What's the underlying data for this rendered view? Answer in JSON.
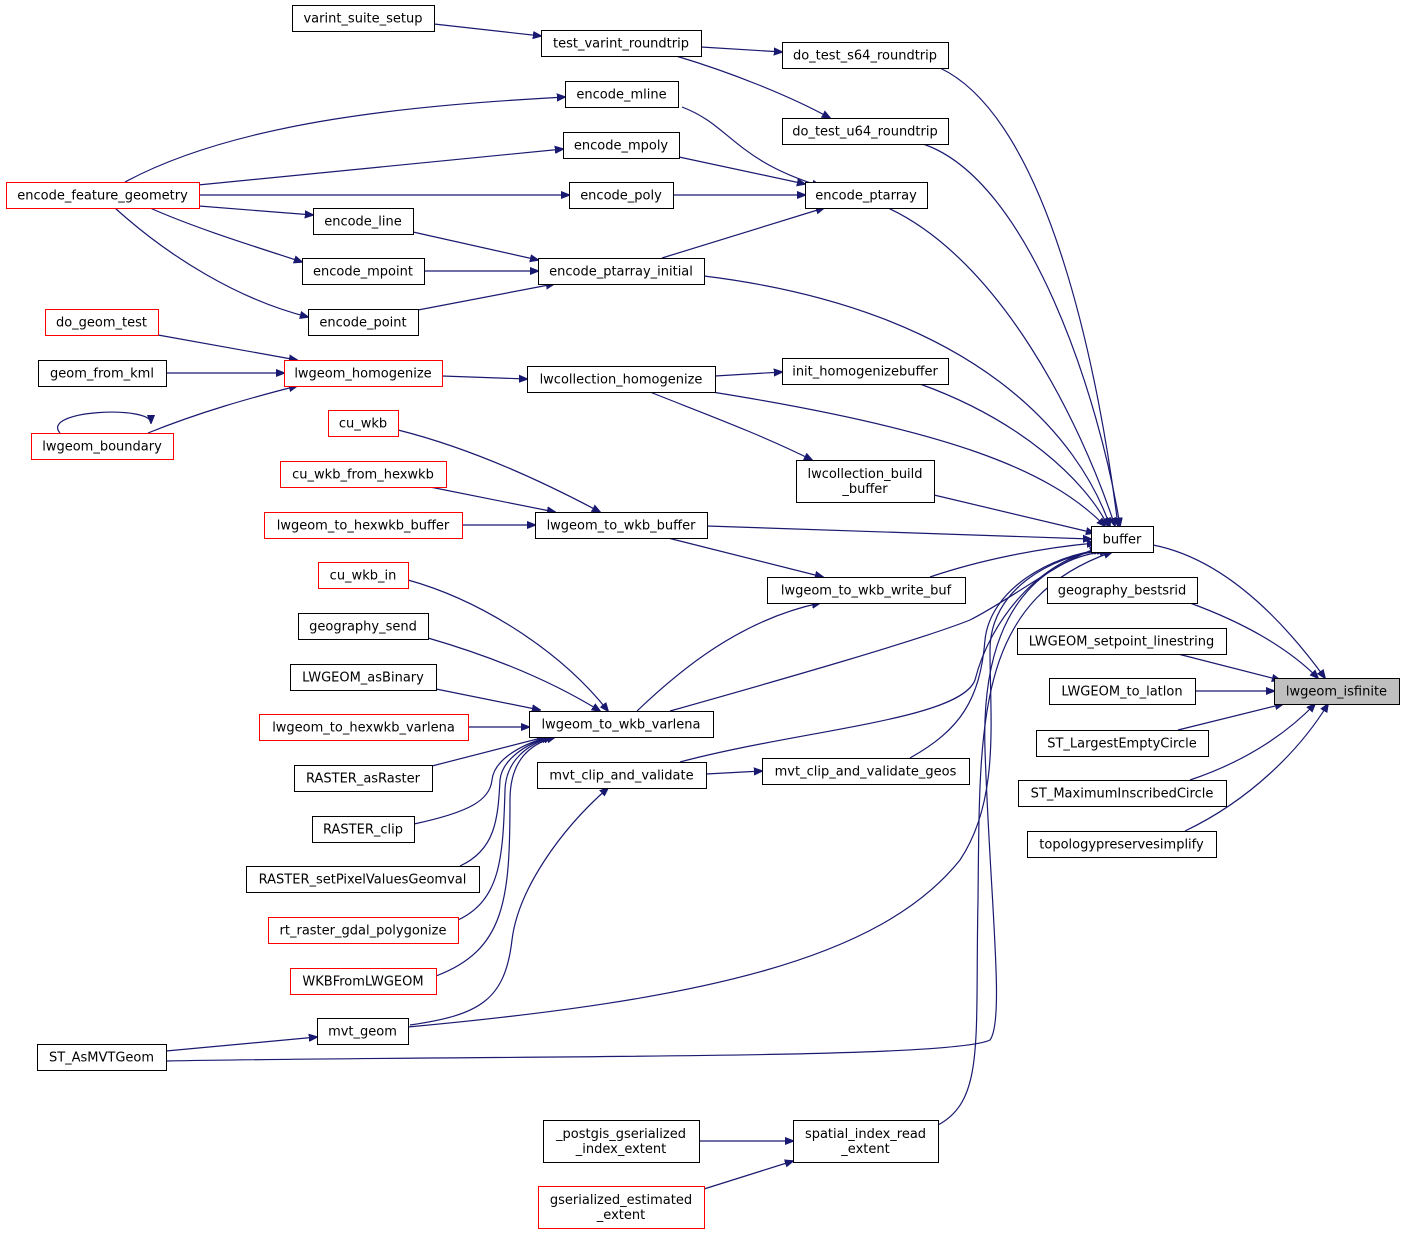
{
  "colors": {
    "edge": "#191970",
    "border_normal": "#000000",
    "border_truncated": "#ff0000",
    "fill_normal": "#ffffff",
    "fill_focus": "#bfbfbf"
  },
  "nodes": [
    {
      "id": "varint_suite_setup",
      "lines": [
        "varint_suite_setup"
      ],
      "style": "normal"
    },
    {
      "id": "test_varint_roundtrip",
      "lines": [
        "test_varint_roundtrip"
      ],
      "style": "normal"
    },
    {
      "id": "do_test_s64_roundtrip",
      "lines": [
        "do_test_s64_roundtrip"
      ],
      "style": "normal"
    },
    {
      "id": "do_test_u64_roundtrip",
      "lines": [
        "do_test_u64_roundtrip"
      ],
      "style": "normal"
    },
    {
      "id": "encode_mline",
      "lines": [
        "encode_mline"
      ],
      "style": "normal"
    },
    {
      "id": "encode_mpoly",
      "lines": [
        "encode_mpoly"
      ],
      "style": "normal"
    },
    {
      "id": "encode_feature_geometry",
      "lines": [
        "encode_feature_geometry"
      ],
      "style": "truncated"
    },
    {
      "id": "encode_poly",
      "lines": [
        "encode_poly"
      ],
      "style": "normal"
    },
    {
      "id": "encode_ptarray",
      "lines": [
        "encode_ptarray"
      ],
      "style": "normal"
    },
    {
      "id": "encode_line",
      "lines": [
        "encode_line"
      ],
      "style": "normal"
    },
    {
      "id": "encode_mpoint",
      "lines": [
        "encode_mpoint"
      ],
      "style": "normal"
    },
    {
      "id": "encode_ptarray_initial",
      "lines": [
        "encode_ptarray_initial"
      ],
      "style": "normal"
    },
    {
      "id": "encode_point",
      "lines": [
        "encode_point"
      ],
      "style": "normal"
    },
    {
      "id": "do_geom_test",
      "lines": [
        "do_geom_test"
      ],
      "style": "truncated"
    },
    {
      "id": "geom_from_kml",
      "lines": [
        "geom_from_kml"
      ],
      "style": "normal"
    },
    {
      "id": "lwgeom_homogenize",
      "lines": [
        "lwgeom_homogenize"
      ],
      "style": "truncated"
    },
    {
      "id": "lwcollection_homogenize",
      "lines": [
        "lwcollection_homogenize"
      ],
      "style": "normal"
    },
    {
      "id": "init_homogenizebuffer",
      "lines": [
        "init_homogenizebuffer"
      ],
      "style": "normal"
    },
    {
      "id": "lwgeom_boundary",
      "lines": [
        "lwgeom_boundary"
      ],
      "style": "truncated"
    },
    {
      "id": "cu_wkb",
      "lines": [
        "cu_wkb"
      ],
      "style": "truncated"
    },
    {
      "id": "lwcollection_build_buffer",
      "lines": [
        "lwcollection_build",
        "_buffer"
      ],
      "style": "normal"
    },
    {
      "id": "cu_wkb_from_hexwkb",
      "lines": [
        "cu_wkb_from_hexwkb"
      ],
      "style": "truncated"
    },
    {
      "id": "lwgeom_to_hexwkb_buffer",
      "lines": [
        "lwgeom_to_hexwkb_buffer"
      ],
      "style": "truncated"
    },
    {
      "id": "lwgeom_to_wkb_buffer",
      "lines": [
        "lwgeom_to_wkb_buffer"
      ],
      "style": "normal"
    },
    {
      "id": "buffer",
      "lines": [
        "buffer"
      ],
      "style": "normal"
    },
    {
      "id": "lwgeom_to_wkb_write_buf",
      "lines": [
        "lwgeom_to_wkb_write_buf"
      ],
      "style": "normal"
    },
    {
      "id": "geography_bestsrid",
      "lines": [
        "geography_bestsrid"
      ],
      "style": "normal"
    },
    {
      "id": "cu_wkb_in",
      "lines": [
        "cu_wkb_in"
      ],
      "style": "truncated"
    },
    {
      "id": "geography_send",
      "lines": [
        "geography_send"
      ],
      "style": "normal"
    },
    {
      "id": "LWGEOM_setpoint_linestring",
      "lines": [
        "LWGEOM_setpoint_linestring"
      ],
      "style": "normal"
    },
    {
      "id": "LWGEOM_asBinary",
      "lines": [
        "LWGEOM_asBinary"
      ],
      "style": "normal"
    },
    {
      "id": "LWGEOM_to_latlon",
      "lines": [
        "LWGEOM_to_latlon"
      ],
      "style": "normal"
    },
    {
      "id": "lwgeom_isfinite",
      "lines": [
        "lwgeom_isfinite"
      ],
      "style": "focus"
    },
    {
      "id": "lwgeom_to_hexwkb_varlena",
      "lines": [
        "lwgeom_to_hexwkb_varlena"
      ],
      "style": "truncated"
    },
    {
      "id": "lwgeom_to_wkb_varlena",
      "lines": [
        "lwgeom_to_wkb_varlena"
      ],
      "style": "normal"
    },
    {
      "id": "ST_LargestEmptyCircle",
      "lines": [
        "ST_LargestEmptyCircle"
      ],
      "style": "normal"
    },
    {
      "id": "RASTER_asRaster",
      "lines": [
        "RASTER_asRaster"
      ],
      "style": "normal"
    },
    {
      "id": "mvt_clip_and_validate",
      "lines": [
        "mvt_clip_and_validate"
      ],
      "style": "normal"
    },
    {
      "id": "mvt_clip_and_validate_geos",
      "lines": [
        "mvt_clip_and_validate_geos"
      ],
      "style": "normal"
    },
    {
      "id": "ST_MaximumInscribedCircle",
      "lines": [
        "ST_MaximumInscribedCircle"
      ],
      "style": "normal"
    },
    {
      "id": "RASTER_clip",
      "lines": [
        "RASTER_clip"
      ],
      "style": "normal"
    },
    {
      "id": "topologypreservesimplify",
      "lines": [
        "topologypreservesimplify"
      ],
      "style": "normal"
    },
    {
      "id": "RASTER_setPixelValuesGeomval",
      "lines": [
        "RASTER_setPixelValuesGeomval"
      ],
      "style": "normal"
    },
    {
      "id": "rt_raster_gdal_polygonize",
      "lines": [
        "rt_raster_gdal_polygonize"
      ],
      "style": "truncated"
    },
    {
      "id": "WKBFromLWGEOM",
      "lines": [
        "WKBFromLWGEOM"
      ],
      "style": "truncated"
    },
    {
      "id": "mvt_geom",
      "lines": [
        "mvt_geom"
      ],
      "style": "normal"
    },
    {
      "id": "ST_AsMVTGeom",
      "lines": [
        "ST_AsMVTGeom"
      ],
      "style": "normal"
    },
    {
      "id": "postgis_gserialized_index_extent",
      "lines": [
        "_postgis_gserialized",
        "_index_extent"
      ],
      "style": "normal"
    },
    {
      "id": "spatial_index_read_extent",
      "lines": [
        "spatial_index_read",
        "_extent"
      ],
      "style": "normal"
    },
    {
      "id": "gserialized_estimated_extent",
      "lines": [
        "gserialized_estimated",
        "_extent"
      ],
      "style": "truncated"
    }
  ],
  "edges": [
    {
      "from": "varint_suite_setup",
      "to": "test_varint_roundtrip"
    },
    {
      "from": "test_varint_roundtrip",
      "to": "do_test_s64_roundtrip"
    },
    {
      "from": "test_varint_roundtrip",
      "to": "do_test_u64_roundtrip"
    },
    {
      "from": "do_test_s64_roundtrip",
      "to": "buffer"
    },
    {
      "from": "do_test_u64_roundtrip",
      "to": "buffer"
    },
    {
      "from": "encode_feature_geometry",
      "to": "encode_mline"
    },
    {
      "from": "encode_feature_geometry",
      "to": "encode_mpoly"
    },
    {
      "from": "encode_feature_geometry",
      "to": "encode_poly"
    },
    {
      "from": "encode_feature_geometry",
      "to": "encode_line"
    },
    {
      "from": "encode_feature_geometry",
      "to": "encode_mpoint"
    },
    {
      "from": "encode_feature_geometry",
      "to": "encode_point"
    },
    {
      "from": "encode_mline",
      "to": "encode_ptarray"
    },
    {
      "from": "encode_mpoly",
      "to": "encode_ptarray"
    },
    {
      "from": "encode_poly",
      "to": "encode_ptarray"
    },
    {
      "from": "encode_line",
      "to": "encode_ptarray_initial"
    },
    {
      "from": "encode_mpoint",
      "to": "encode_ptarray_initial"
    },
    {
      "from": "encode_point",
      "to": "encode_ptarray_initial"
    },
    {
      "from": "encode_ptarray_initial",
      "to": "encode_ptarray"
    },
    {
      "from": "encode_ptarray",
      "to": "buffer"
    },
    {
      "from": "encode_ptarray_initial",
      "to": "buffer"
    },
    {
      "from": "do_geom_test",
      "to": "lwgeom_homogenize"
    },
    {
      "from": "geom_from_kml",
      "to": "lwgeom_homogenize"
    },
    {
      "from": "lwgeom_boundary",
      "to": "lwgeom_homogenize"
    },
    {
      "from": "lwgeom_boundary",
      "to": "lwgeom_boundary"
    },
    {
      "from": "lwgeom_homogenize",
      "to": "lwcollection_homogenize"
    },
    {
      "from": "lwcollection_homogenize",
      "to": "init_homogenizebuffer"
    },
    {
      "from": "lwcollection_homogenize",
      "to": "lwcollection_build_buffer"
    },
    {
      "from": "lwcollection_homogenize",
      "to": "buffer"
    },
    {
      "from": "init_homogenizebuffer",
      "to": "buffer"
    },
    {
      "from": "lwcollection_build_buffer",
      "to": "buffer"
    },
    {
      "from": "cu_wkb",
      "to": "lwgeom_to_wkb_buffer"
    },
    {
      "from": "cu_wkb_from_hexwkb",
      "to": "lwgeom_to_wkb_buffer"
    },
    {
      "from": "lwgeom_to_hexwkb_buffer",
      "to": "lwgeom_to_wkb_buffer"
    },
    {
      "from": "lwgeom_to_wkb_buffer",
      "to": "buffer"
    },
    {
      "from": "lwgeom_to_wkb_buffer",
      "to": "lwgeom_to_wkb_write_buf"
    },
    {
      "from": "lwgeom_to_wkb_write_buf",
      "to": "buffer"
    },
    {
      "from": "lwgeom_to_wkb_varlena",
      "to": "lwgeom_to_wkb_write_buf"
    },
    {
      "from": "lwgeom_to_wkb_varlena",
      "to": "buffer"
    },
    {
      "from": "cu_wkb_in",
      "to": "lwgeom_to_wkb_varlena"
    },
    {
      "from": "geography_send",
      "to": "lwgeom_to_wkb_varlena"
    },
    {
      "from": "LWGEOM_asBinary",
      "to": "lwgeom_to_wkb_varlena"
    },
    {
      "from": "lwgeom_to_hexwkb_varlena",
      "to": "lwgeom_to_wkb_varlena"
    },
    {
      "from": "RASTER_asRaster",
      "to": "lwgeom_to_wkb_varlena"
    },
    {
      "from": "RASTER_clip",
      "to": "lwgeom_to_wkb_varlena"
    },
    {
      "from": "RASTER_setPixelValuesGeomval",
      "to": "lwgeom_to_wkb_varlena"
    },
    {
      "from": "rt_raster_gdal_polygonize",
      "to": "lwgeom_to_wkb_varlena"
    },
    {
      "from": "WKBFromLWGEOM",
      "to": "lwgeom_to_wkb_varlena"
    },
    {
      "from": "mvt_clip_and_validate",
      "to": "mvt_clip_and_validate_geos"
    },
    {
      "from": "mvt_clip_and_validate",
      "to": "buffer"
    },
    {
      "from": "mvt_clip_and_validate_geos",
      "to": "buffer"
    },
    {
      "from": "mvt_geom",
      "to": "mvt_clip_and_validate"
    },
    {
      "from": "mvt_geom",
      "to": "buffer"
    },
    {
      "from": "ST_AsMVTGeom",
      "to": "mvt_geom"
    },
    {
      "from": "ST_AsMVTGeom",
      "to": "buffer"
    },
    {
      "from": "postgis_gserialized_index_extent",
      "to": "spatial_index_read_extent"
    },
    {
      "from": "gserialized_estimated_extent",
      "to": "spatial_index_read_extent"
    },
    {
      "from": "spatial_index_read_extent",
      "to": "buffer"
    },
    {
      "from": "buffer",
      "to": "lwgeom_isfinite"
    },
    {
      "from": "geography_bestsrid",
      "to": "lwgeom_isfinite"
    },
    {
      "from": "LWGEOM_setpoint_linestring",
      "to": "lwgeom_isfinite"
    },
    {
      "from": "LWGEOM_to_latlon",
      "to": "lwgeom_isfinite"
    },
    {
      "from": "ST_LargestEmptyCircle",
      "to": "lwgeom_isfinite"
    },
    {
      "from": "ST_MaximumInscribedCircle",
      "to": "lwgeom_isfinite"
    },
    {
      "from": "topologypreservesimplify",
      "to": "lwgeom_isfinite"
    }
  ]
}
